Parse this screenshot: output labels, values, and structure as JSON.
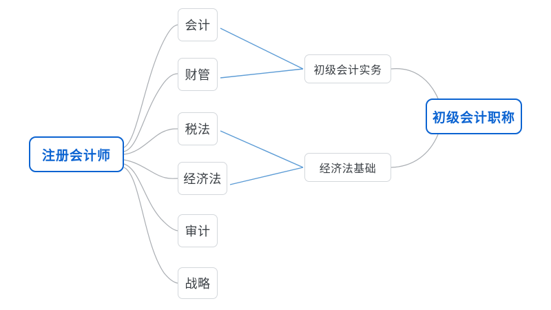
{
  "diagram": {
    "type": "mind-map",
    "title_text": "",
    "background_color": "#ffffff",
    "colors": {
      "root_border": "#0b63d1",
      "root_text": "#0b63d1",
      "sub_border": "#d3d7db",
      "sub_text": "#3a3f44",
      "gray_edge": "#a9adb2",
      "blue_edge": "#5b9bd5"
    },
    "roots": {
      "left": {
        "label": "注册会计师",
        "style": "blue-outline"
      },
      "right": {
        "label": "初级会计职称",
        "style": "blue-outline"
      }
    },
    "subjects": [
      {
        "id": "kuaiji",
        "label": "会计"
      },
      {
        "id": "caiguan",
        "label": "财管"
      },
      {
        "id": "shuifa",
        "label": "税法"
      },
      {
        "id": "jingjifa",
        "label": "经济法"
      },
      {
        "id": "shenji",
        "label": "审计"
      },
      {
        "id": "zhanlue",
        "label": "战略"
      }
    ],
    "mid_nodes": [
      {
        "id": "shiwu",
        "label": "初级会计实务"
      },
      {
        "id": "jcjichu",
        "label": "经济法基础"
      }
    ],
    "edges": [
      {
        "from": "注册会计师",
        "to": "会计",
        "color": "gray",
        "shape": "curve"
      },
      {
        "from": "注册会计师",
        "to": "财管",
        "color": "gray",
        "shape": "curve"
      },
      {
        "from": "注册会计师",
        "to": "税法",
        "color": "gray",
        "shape": "curve"
      },
      {
        "from": "注册会计师",
        "to": "经济法",
        "color": "gray",
        "shape": "curve"
      },
      {
        "from": "注册会计师",
        "to": "审计",
        "color": "gray",
        "shape": "curve"
      },
      {
        "from": "注册会计师",
        "to": "战略",
        "color": "gray",
        "shape": "curve"
      },
      {
        "from": "会计",
        "to": "初级会计实务",
        "color": "blue",
        "shape": "line"
      },
      {
        "from": "财管",
        "to": "初级会计实务",
        "color": "blue",
        "shape": "line"
      },
      {
        "from": "税法",
        "to": "经济法基础",
        "color": "blue",
        "shape": "line"
      },
      {
        "from": "经济法",
        "to": "经济法基础",
        "color": "blue",
        "shape": "line"
      },
      {
        "from": "初级会计实务",
        "to": "初级会计职称",
        "color": "gray",
        "shape": "curve"
      },
      {
        "from": "经济法基础",
        "to": "初级会计职称",
        "color": "gray",
        "shape": "curve"
      }
    ]
  }
}
